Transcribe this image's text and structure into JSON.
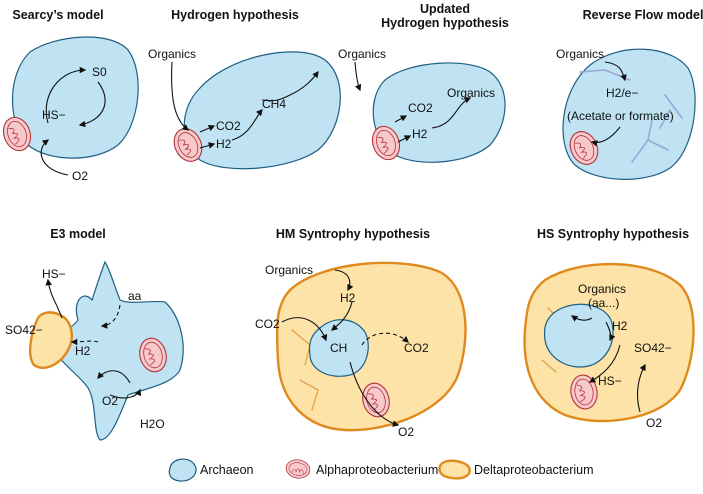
{
  "panels": [
    {
      "title": "Searcy’s model",
      "labels": {
        "hs": "HS−",
        "s0": "S0",
        "o2": "O2"
      }
    },
    {
      "title": "Hydrogen hypothesis",
      "labels": {
        "organics": "Organics",
        "co2": "CO2",
        "ch4": "CH4",
        "h2": "H2"
      }
    },
    {
      "title_line1": "Updated",
      "title_line2": "Hydrogen hypothesis",
      "labels": {
        "organics": "Organics",
        "co2": "CO2",
        "organics2": "Organics",
        "h2": "H2"
      }
    },
    {
      "title": "Reverse Flow model",
      "labels": {
        "organics": "Organics",
        "h2e": "H2/e−",
        "acetate": "(Acetate or formate)"
      }
    },
    {
      "title": "E3 model",
      "labels": {
        "hs": "HS−",
        "aa": "aa",
        "so4": "SO42−",
        "h2": "H2",
        "o2": "O2",
        "h2o": "H2O"
      }
    },
    {
      "title": "HM Syntrophy hypothesis",
      "labels": {
        "organics": "Organics",
        "h2": "H2",
        "co2_left": "CO2",
        "ch": "CH",
        "co2_right": "CO2",
        "o2": "O2"
      }
    },
    {
      "title": "HS Syntrophy hypothesis",
      "labels": {
        "organics": "Organics",
        "aa": "(aa...)",
        "h2": "H2",
        "so4": "SO42−",
        "hs": "HS−",
        "o2": "O2"
      }
    }
  ],
  "legend": {
    "archaeon": "Archaeon",
    "alpha": "Alphaproteobacterium",
    "delta": "Deltaproteobacterium"
  },
  "colors": {
    "archaeon_fill": "#bfe3f2",
    "alpha_fill": "#f7c9cb",
    "delta_fill": "#fde3a7",
    "delta_stroke": "#e08a1e"
  }
}
